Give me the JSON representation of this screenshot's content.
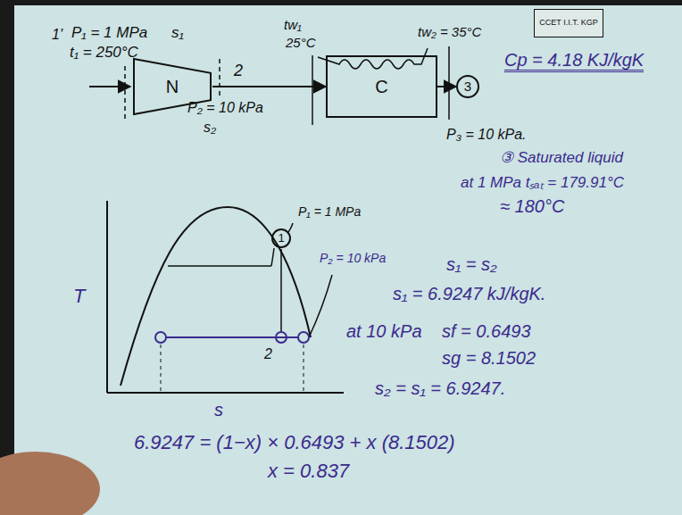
{
  "diagram": {
    "nodes": [
      {
        "text": [
          "CCET I.I.T. KGP"
        ]
      },
      {
        "text": [
          "N"
        ]
      },
      {
        "text": [
          "C"
        ]
      },
      {
        "text": [
          "3"
        ]
      },
      {
        "text": [
          "1"
        ]
      }
    ],
    "edges": [
      {
        "from": 1,
        "to": 2,
        "arrow": "to"
      },
      {
        "from": 2,
        "to": 3,
        "arrow": "to"
      }
    ],
    "labels": [
      "1'",
      "P₁ = 1 MPa",
      "s₁",
      "t₁ = 250°C",
      "2",
      "P₂ = 10 kPa",
      "s₂",
      "tw₁",
      "25°C",
      "tw₂ = 35°C",
      "P₃ = 10 kPa.",
      "③ Saturated liquid",
      "Cp = 4.18 KJ/kgK",
      "P₁ = 1 MPa",
      "at 1 MPa tₛₐₜ = 179.91°C",
      "≈ 180°C",
      "P₂ = 10 kPa",
      "s₁ = s₂",
      "s₁ = 6.9247 kJ/kgK.",
      "at 10 kPa",
      "sf = 0.6493",
      "sg = 8.1502",
      "s₂ = s₁ = 6.9247.",
      "T",
      "2",
      "s",
      "6.9247 = (1−x) × 0.6493 + x (8.1502)",
      "x = 0.837"
    ]
  }
}
